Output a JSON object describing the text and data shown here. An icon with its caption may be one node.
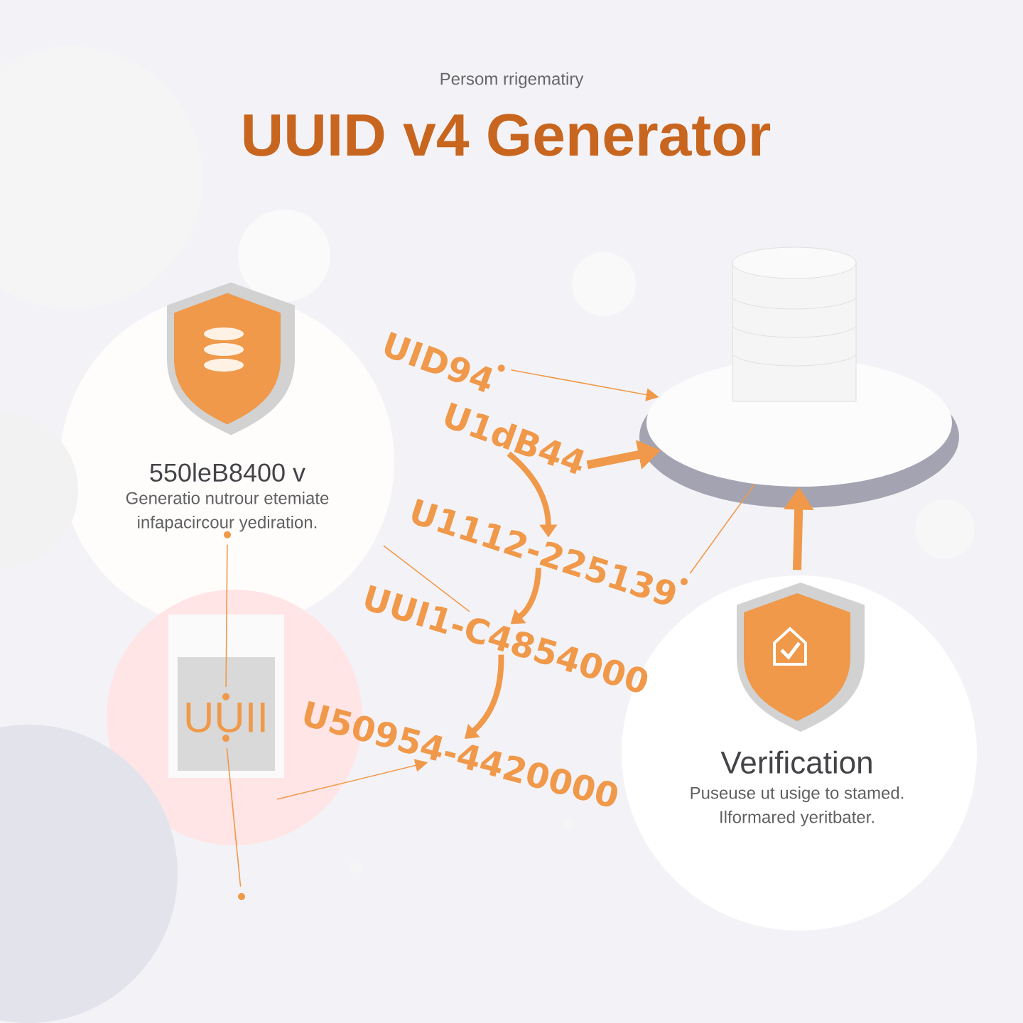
{
  "diagram": {
    "title": "UUID v4 Generator",
    "nodes": [
      {
        "text": [
          "550leB8400 v",
          "Generatio nutrour etemiate infapacircour yediration."
        ]
      },
      {
        "text": [
          "UUII"
        ]
      },
      {
        "text": [],
        "shape": "cylinder"
      },
      {
        "text": [
          "Verification",
          "Puseuse ut usige to stamed. Ilformared yeritbater."
        ]
      },
      {
        "text": [
          "UID94"
        ]
      },
      {
        "text": [
          "U1dB44"
        ]
      },
      {
        "text": [
          "U1112-225139"
        ]
      },
      {
        "text": [
          "UUI1-C4854000"
        ]
      },
      {
        "text": [
          "U50954-4420000"
        ]
      }
    ],
    "edges": [
      {
        "from": 4,
        "to": 2,
        "arrow": "to"
      },
      {
        "from": 5,
        "to": 2,
        "arrow": "to",
        "style": "thick"
      },
      {
        "from": 6,
        "to": 2,
        "arrow": "none"
      },
      {
        "from": 3,
        "to": 2,
        "arrow": "to",
        "style": "thick"
      },
      {
        "from": 0,
        "to": 1,
        "arrow": "none"
      },
      {
        "from": 1,
        "to": null,
        "arrow": "none"
      },
      {
        "from": null,
        "to": 8,
        "arrow": "to"
      },
      {
        "from": null,
        "to": 7,
        "arrow": "none"
      },
      {
        "from": 5,
        "to": 6,
        "arrow": "to",
        "style": "thick"
      },
      {
        "from": 6,
        "to": 7,
        "arrow": "to",
        "style": "thick"
      },
      {
        "from": 7,
        "to": 8,
        "arrow": "to",
        "style": "thick"
      }
    ],
    "labels": [
      "Persom rrigematiry"
    ]
  }
}
